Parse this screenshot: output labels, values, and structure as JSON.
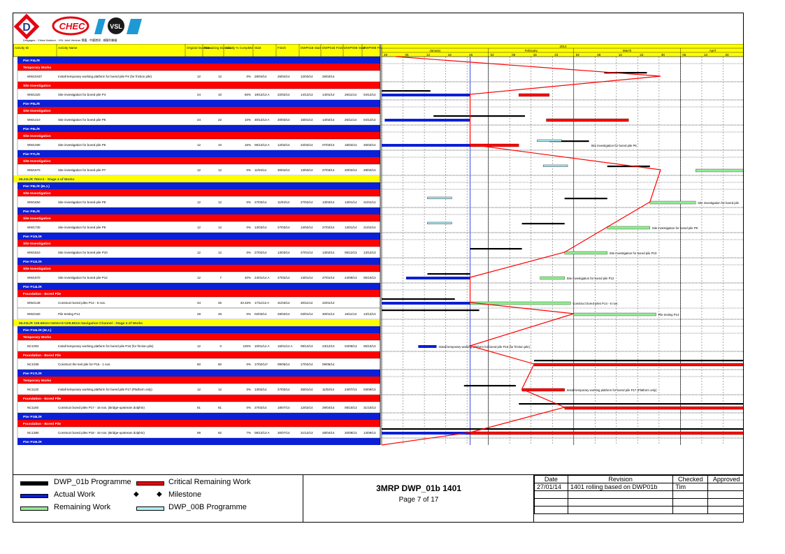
{
  "header": {
    "logo_left": "D",
    "logo_middle": "CHEC",
    "logo_right": "VSL",
    "jv_caption": "Dragages - China Harbour - VSL Joint Venture 寶嘉 - 中國港灣 - 威勝利聯營",
    "columns": [
      "Activity ID",
      "Activity Name",
      "Original Duration",
      "Remaining Duration",
      "Activity % Complete",
      "Start",
      "Finish",
      "DWP01B Start",
      "DWP01B Finish",
      "DWP00B Start",
      "DWP00B Finish"
    ]
  },
  "timescale": {
    "year": "2014",
    "months": [
      {
        "label": "January",
        "weeks": [
          "29",
          "05",
          "12",
          "19",
          "26"
        ]
      },
      {
        "label": "February",
        "weeks": [
          "02",
          "09",
          "16",
          "23"
        ]
      },
      {
        "label": "March",
        "weeks": [
          "02",
          "09",
          "16",
          "23",
          "30"
        ]
      },
      {
        "label": "April",
        "weeks": [
          "06",
          "13",
          "20",
          "27"
        ]
      }
    ],
    "data_date": "27/01/14"
  },
  "colors": {
    "wbs_blue": "#0a1fd6",
    "wbs_red": "#ff0000",
    "wbs_yellow": "#ffff00",
    "dwp01b": "#000000",
    "critical": "#ff0000",
    "actual": "#0a1fd6",
    "remaining": "#90ee90",
    "dwp00b": "#aef0f8"
  },
  "chart_data": {
    "type": "gantt",
    "x_range": [
      "29/12/13",
      "27/04/14"
    ],
    "rows": [
      {
        "kind": "wbs",
        "color": "blue",
        "label": "Pier P4L/R"
      },
      {
        "kind": "wbs",
        "color": "red",
        "label": "Temporary Works"
      },
      {
        "kind": "act",
        "id": "WW10437",
        "name": "Install temporary working platform for bored pile P4 (for friction pile)",
        "od": "12",
        "rd": "12",
        "pct": "0%",
        "start": "28/04/14",
        "finish": "26/04/14",
        "b1s": "12/03/14",
        "b1f": "26/03/14",
        "b0s": "",
        "b0f": "",
        "bars": [
          {
            "t": "b01",
            "s": "12/03/14",
            "e": "26/03/14"
          },
          {
            "t": "rem",
            "s": "28/04/14",
            "e": "26/04/14"
          }
        ]
      },
      {
        "kind": "wbs",
        "color": "red",
        "label": "Site Investigation"
      },
      {
        "kind": "act",
        "id": "WW1320",
        "name": "Site investigation for bored pile P4",
        "od": "24",
        "rd": "10",
        "pct": "60%",
        "start": "19/12/13 A",
        "finish": "22/02/14",
        "b1s": "14/12/13",
        "b1f": "14/01/14",
        "b0s": "26/11/14",
        "b0f": "04/12/14",
        "bars": [
          {
            "t": "b01",
            "s": "14/12/13",
            "e": "14/01/14"
          },
          {
            "t": "act",
            "s": "19/12/13",
            "e": "27/01/14"
          },
          {
            "t": "crit",
            "s": "12/02/14",
            "e": "22/02/14"
          }
        ]
      },
      {
        "kind": "wbs",
        "color": "blue",
        "label": "Pier P5L/R"
      },
      {
        "kind": "wbs",
        "color": "red",
        "label": "Site Investigation"
      },
      {
        "kind": "act",
        "id": "WW1410",
        "name": "Site investigation for bored pile P5",
        "od": "24",
        "rd": "22",
        "pct": "10%",
        "start": "30/12/13 A",
        "finish": "20/03/14",
        "b1s": "15/01/14",
        "b1f": "14/02/14",
        "b0s": "26/11/14",
        "b0f": "04/12/14",
        "bars": [
          {
            "t": "b01",
            "s": "15/01/14",
            "e": "14/02/14"
          },
          {
            "t": "act",
            "s": "30/12/13",
            "e": "27/01/14"
          },
          {
            "t": "crit",
            "s": "21/02/14",
            "e": "20/03/14"
          }
        ]
      },
      {
        "kind": "wbs",
        "color": "blue",
        "label": "Pier P6L/R"
      },
      {
        "kind": "wbs",
        "color": "red",
        "label": "Site Investigation"
      },
      {
        "kind": "act",
        "id": "WW1490",
        "name": "Site investigation for bored pile P6",
        "od": "12",
        "rd": "10",
        "pct": "15%",
        "start": "05/12/13 A",
        "finish": "12/02/14",
        "b1s": "22/02/14",
        "b1f": "07/03/14",
        "b0s": "18/02/14",
        "b0f": "26/02/14",
        "label": "Site investigation for bored pile P6",
        "bars": [
          {
            "t": "b01",
            "s": "22/02/14",
            "e": "07/03/14"
          },
          {
            "t": "b00",
            "s": "18/02/14",
            "e": "26/02/14"
          },
          {
            "t": "act",
            "s": "05/12/13",
            "e": "27/01/14"
          },
          {
            "t": "crit",
            "s": "27/01/14",
            "e": "12/02/14"
          }
        ]
      },
      {
        "kind": "wbs",
        "color": "blue",
        "label": "Pier P7L/R"
      },
      {
        "kind": "wbs",
        "color": "red",
        "label": "Site Investigation"
      },
      {
        "kind": "act",
        "id": "WW1570",
        "name": "Site investigation for bored pile P7",
        "od": "12",
        "rd": "12",
        "pct": "0%",
        "start": "11/04/14",
        "finish": "30/04/14",
        "b1s": "13/03/14",
        "b1f": "27/03/14",
        "b0s": "20/02/14",
        "b0f": "28/02/14",
        "bars": [
          {
            "t": "b01",
            "s": "13/03/14",
            "e": "27/03/14"
          },
          {
            "t": "b00",
            "s": "20/02/14",
            "e": "28/02/14"
          },
          {
            "t": "rem",
            "s": "11/04/14",
            "e": "30/04/14"
          }
        ]
      },
      {
        "kind": "wbs",
        "color": "yellow",
        "label": "ML02L/R 75m×3 - Stage 4 of Works"
      },
      {
        "kind": "wbs",
        "color": "blue",
        "label": "Pier P8L/R (M.J.)"
      },
      {
        "kind": "wbs",
        "color": "red",
        "label": "Site Investigation"
      },
      {
        "kind": "act",
        "id": "WW1650",
        "name": "Site investigation for bored pile P8",
        "od": "12",
        "rd": "12",
        "pct": "0%",
        "start": "27/03/14",
        "finish": "11/04/14",
        "b1s": "27/02/14",
        "b1f": "13/03/14",
        "b0s": "13/01/14",
        "b0f": "21/01/14",
        "label": "Site investigation for bored pile",
        "bars": [
          {
            "t": "b01",
            "s": "27/02/14",
            "e": "13/03/14"
          },
          {
            "t": "b00",
            "s": "13/01/14",
            "e": "21/01/14"
          },
          {
            "t": "rem",
            "s": "27/03/14",
            "e": "11/04/14"
          }
        ]
      },
      {
        "kind": "wbs",
        "color": "blue",
        "label": "Pier P9L/R"
      },
      {
        "kind": "wbs",
        "color": "red",
        "label": "Site Investigation"
      },
      {
        "kind": "act",
        "id": "WW1730",
        "name": "Site investigation for bored pile P9",
        "od": "12",
        "rd": "12",
        "pct": "0%",
        "start": "13/03/14",
        "finish": "27/03/14",
        "b1s": "13/02/14",
        "b1f": "27/02/14",
        "b0s": "13/01/14",
        "b0f": "21/01/14",
        "label": "Site investigation for bored pile P9",
        "bars": [
          {
            "t": "b01",
            "s": "13/02/14",
            "e": "27/02/14"
          },
          {
            "t": "b00",
            "s": "13/01/14",
            "e": "21/01/14"
          },
          {
            "t": "rem",
            "s": "13/03/14",
            "e": "27/03/14"
          }
        ]
      },
      {
        "kind": "wbs",
        "color": "blue",
        "label": "Pier P10L/R"
      },
      {
        "kind": "wbs",
        "color": "red",
        "label": "Site Investigation"
      },
      {
        "kind": "act",
        "id": "WW1810",
        "name": "Site investigation for bored pile P10",
        "od": "12",
        "rd": "12",
        "pct": "0%",
        "start": "27/02/14",
        "finish": "13/03/14",
        "b1s": "27/01/14",
        "b1f": "13/02/14",
        "b0s": "05/12/13",
        "b0f": "13/12/13",
        "label": "Site investigation for bored pile P10",
        "bars": [
          {
            "t": "b01",
            "s": "27/01/14",
            "e": "13/02/14"
          },
          {
            "t": "rem",
            "s": "27/02/14",
            "e": "13/03/14"
          }
        ]
      },
      {
        "kind": "wbs",
        "color": "blue",
        "label": "Pier P12L/R"
      },
      {
        "kind": "wbs",
        "color": "red",
        "label": "Site Investigation"
      },
      {
        "kind": "act",
        "id": "WW1970",
        "name": "Site investigation for bored pile P12",
        "od": "12",
        "rd": "7",
        "pct": "40%",
        "start": "24/01/14 A",
        "finish": "27/02/14",
        "b1s": "13/01/14",
        "b1f": "27/01/14",
        "b0s": "24/09/13",
        "b0f": "05/10/13",
        "label": "Site investigation for bored pile P12",
        "bars": [
          {
            "t": "b01",
            "s": "13/01/14",
            "e": "27/01/14"
          },
          {
            "t": "act",
            "s": "06/01/14",
            "e": "27/01/14"
          },
          {
            "t": "rem",
            "s": "19/02/14",
            "e": "27/02/14"
          }
        ]
      },
      {
        "kind": "wbs",
        "color": "blue",
        "label": "Pier P14L/R"
      },
      {
        "kind": "wbs",
        "color": "red",
        "label": "Foundation - Bored Pile"
      },
      {
        "kind": "act",
        "id": "WW2149",
        "name": "Construct bored piles P14 - 6 nos.",
        "od": "43",
        "rd": "26",
        "pct": "33.33%",
        "start": "17/11/13 A",
        "finish": "31/03/14",
        "b1s": "30/11/13",
        "b1f": "22/01/14",
        "b0s": "",
        "b0f": "",
        "label": "Construct bored piles P14 - 6 nos.",
        "bars": [
          {
            "t": "b01",
            "s": "29/12/13",
            "e": "22/01/14"
          },
          {
            "t": "act",
            "s": "29/12/13",
            "e": "27/01/14"
          },
          {
            "t": "rem",
            "s": "27/01/14",
            "e": "01/03/14"
          }
        ]
      },
      {
        "kind": "act",
        "id": "WW2160",
        "name": "Pile testing P14",
        "od": "28",
        "rd": "28",
        "pct": "0%",
        "start": "02/03/14",
        "finish": "29/03/14",
        "b1s": "03/01/14",
        "b1f": "30/01/14",
        "b0s": "16/11/13",
        "b0f": "13/12/13",
        "label": "Pile testing P14",
        "bars": [
          {
            "t": "b01",
            "s": "29/12/13",
            "e": "30/01/14"
          },
          {
            "t": "rem",
            "s": "02/03/14",
            "e": "29/03/14"
          }
        ]
      },
      {
        "kind": "wbs",
        "color": "yellow",
        "label": "ML03L/R 109.681m+150m×3+109.681m Navigation Channel - Stage 4 of Works"
      },
      {
        "kind": "wbs",
        "color": "blue",
        "label": "Pier P16L/R (M.J.)"
      },
      {
        "kind": "wbs",
        "color": "red",
        "label": "Temporary Works"
      },
      {
        "kind": "act",
        "id": "NC1002",
        "name": "Install temporary working platform for bored pile P16 (for friction pile)",
        "od": "12",
        "rd": "0",
        "pct": "100%",
        "start": "10/01/14 A",
        "finish": "16/01/14 A",
        "b1s": "09/12/13",
        "b1f": "23/12/13",
        "b0s": "04/09/13",
        "b0f": "05/10/13",
        "label": "Install temporary working platform for bored pile P16 (for friction pile)",
        "bars": [
          {
            "t": "act",
            "s": "10/01/14",
            "e": "16/01/14"
          }
        ]
      },
      {
        "kind": "wbs",
        "color": "red",
        "label": "Foundation - Bored Pile"
      },
      {
        "kind": "act",
        "id": "NC1035",
        "name": "Construct the test pile for P16 - 1 nos.",
        "od": "60",
        "rd": "60",
        "pct": "0%",
        "start": "17/02/14*",
        "finish": "09/05/14",
        "b1s": "17/02/14",
        "b1f": "09/05/14",
        "b0s": "",
        "b0f": "",
        "bars": [
          {
            "t": "b01",
            "s": "17/02/14",
            "e": "09/05/14"
          },
          {
            "t": "crit",
            "s": "17/02/14",
            "e": "09/05/14"
          }
        ]
      },
      {
        "kind": "wbs",
        "color": "blue",
        "label": "Pier P17L/R"
      },
      {
        "kind": "wbs",
        "color": "red",
        "label": "Temporary Works"
      },
      {
        "kind": "act",
        "id": "NC1120",
        "name": "Install temporary working platform for bored pile P17 (Platform only)",
        "od": "12",
        "rd": "12",
        "pct": "0%",
        "start": "13/02/14",
        "finish": "27/02/14",
        "b1s": "25/01/14",
        "b1f": "11/02/14",
        "b0s": "24/07/13",
        "b0f": "03/09/13",
        "label": "Install temporary working platform for bored pile P17 (Platform only)",
        "bars": [
          {
            "t": "b01",
            "s": "25/01/14",
            "e": "11/02/14"
          },
          {
            "t": "crit",
            "s": "13/02/14",
            "e": "27/02/14"
          }
        ]
      },
      {
        "kind": "wbs",
        "color": "red",
        "label": "Foundation - Bored Pile"
      },
      {
        "kind": "act",
        "id": "NC1160",
        "name": "Construct bored piles P17 - 16 nos. (Bridge-upstream dolphin)",
        "od": "81",
        "rd": "81",
        "pct": "0%",
        "start": "27/02/14",
        "finish": "18/07/14",
        "b1s": "12/02/14",
        "b1f": "29/04/14",
        "b0s": "08/10/13",
        "b0f": "31/10/13",
        "bars": [
          {
            "t": "b01",
            "s": "12/02/14",
            "e": "29/04/14"
          },
          {
            "t": "crit",
            "s": "27/02/14",
            "e": "18/07/14"
          }
        ]
      },
      {
        "kind": "wbs",
        "color": "blue",
        "label": "Pier P18L/R"
      },
      {
        "kind": "wbs",
        "color": "red",
        "label": "Foundation - Bored Pile"
      },
      {
        "kind": "act",
        "id": "NC1380",
        "name": "Construct bored piles P18 - 16 nos. (Bridge-upstream dolphin)",
        "od": "99",
        "rd": "92",
        "pct": "7%",
        "start": "09/12/13 A",
        "finish": "30/07/14",
        "b1s": "21/12/13",
        "b1f": "28/04/14",
        "b0s": "20/08/13",
        "b0f": "14/09/13",
        "bars": [
          {
            "t": "b01",
            "s": "21/12/13",
            "e": "28/04/14"
          },
          {
            "t": "act",
            "s": "09/12/13",
            "e": "27/01/14"
          },
          {
            "t": "crit",
            "s": "27/01/14",
            "e": "30/07/14"
          }
        ]
      },
      {
        "kind": "wbs",
        "color": "blue",
        "label": "Pier P19L/R"
      }
    ]
  },
  "legend": {
    "dwp01b": "DWP_01b Programme",
    "critical": "Critical Remaining Work",
    "actual": "Actual Work",
    "milestone": "Milestone",
    "remaining": "Remaining Work",
    "dwp00b": "DWP_00B Programme"
  },
  "title_block": {
    "title": "3MRP DWP_01b 1401",
    "page": "Page 7 of 17"
  },
  "revision_table": {
    "headers": [
      "Date",
      "Revision",
      "Checked",
      "Approved"
    ],
    "rows": [
      [
        "27/01/14",
        "1401 rolling based on DWP01b",
        "Tim",
        ""
      ],
      [
        "",
        "",
        "",
        ""
      ],
      [
        "",
        "",
        "",
        ""
      ],
      [
        "",
        "",
        "",
        ""
      ]
    ]
  }
}
